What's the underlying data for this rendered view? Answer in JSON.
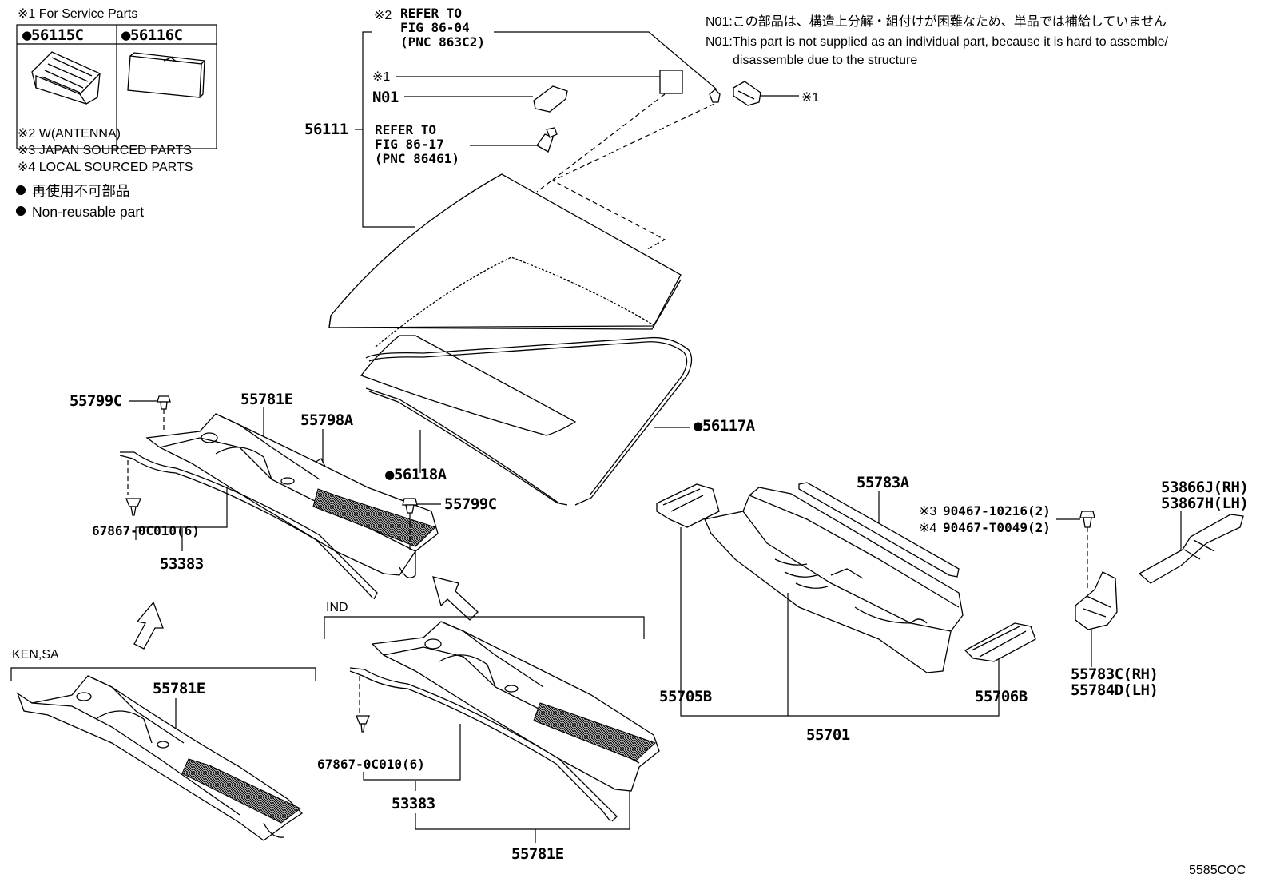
{
  "notes": {
    "service_parts": "※1 For Service Parts",
    "antenna": "※2 W(ANTENNA)",
    "japan_sourced": "※3 JAPAN SOURCED PARTS",
    "local_sourced": "※4 LOCAL SOURCED PARTS",
    "non_reusable_jp": "再使用不可部品",
    "non_reusable_en": "Non-reusable part",
    "n01_jp": "N01:この部品は、構造上分解・組付けが困難なため、単品では補給していません",
    "n01_en_1": "N01:This part is not supplied as an individual part, because it is hard to assemble/",
    "n01_en_2": "disassemble due to the structure"
  },
  "service_box": {
    "col1": "●56115C",
    "col2": "●56116C"
  },
  "refer1": {
    "mark": "※2",
    "line1": "REFER TO",
    "line2": "FIG 86-04",
    "line3": "(PNC 863C2)"
  },
  "refer2": {
    "line1": "REFER TO",
    "line2": "FIG 86-17",
    "line3": "(PNC 86461)"
  },
  "labels": {
    "mark1": "※1",
    "mark1_right": "※1",
    "n01": "N01",
    "p56111": "56111",
    "p56117a": "●56117A",
    "p56118a": "●56118A",
    "p55799c_top": "55799C",
    "p55781e_top": "55781E",
    "p55798a": "55798A",
    "p55799c_mid": "55799C",
    "p67867_top": "67867-0C010(6)",
    "p53383_top": "53383",
    "ind": "IND",
    "ken_sa": "KEN,SA",
    "p55781e_left": "55781E",
    "p67867_bot": "67867-0C010(6)",
    "p53383_bot": "53383",
    "p55781e_bot": "55781E",
    "p55783a": "55783A",
    "p90467_3_mark": "※3",
    "p90467_3": "90467-10216(2)",
    "p90467_4_mark": "※4",
    "p90467_4": "90467-T0049(2)",
    "p53866j": "53866J(RH)",
    "p53867h": "53867H(LH)",
    "p55783c": "55783C(RH)",
    "p55784d": "55784D(LH)",
    "p55705b": "55705B",
    "p55706b": "55706B",
    "p55701": "55701",
    "code": "5585COC"
  }
}
